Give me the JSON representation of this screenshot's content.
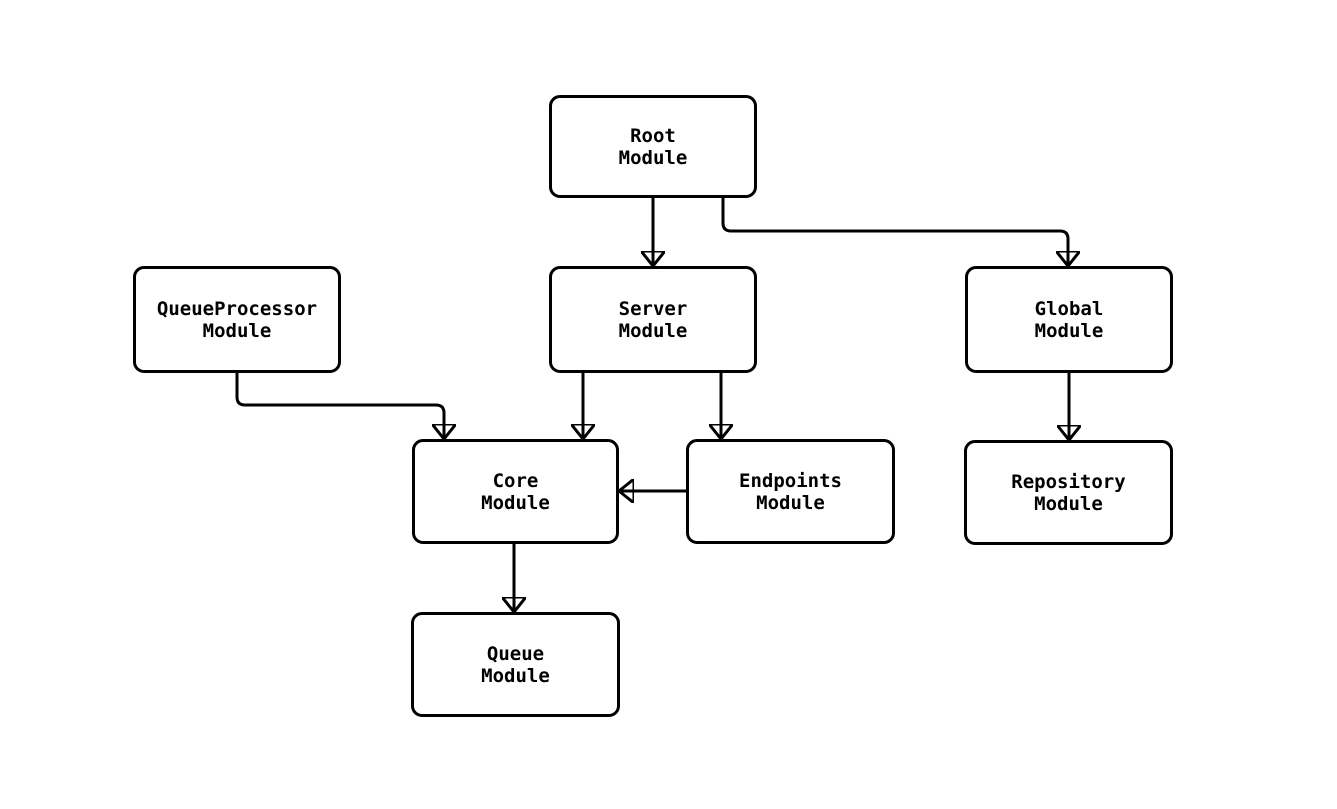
{
  "page": {
    "background_color": "#ffffff"
  },
  "diagram": {
    "type": "flowchart",
    "stroke_color": "#000000",
    "node_fill_color": "#ffffff",
    "text_color": "#000000",
    "nodes": {
      "root": {
        "label": "Root\nModule"
      },
      "queueprocessor": {
        "label": "QueueProcessor\nModule"
      },
      "server": {
        "label": "Server\nModule"
      },
      "global": {
        "label": "Global\nModule"
      },
      "core": {
        "label": "Core\nModule"
      },
      "endpoints": {
        "label": "Endpoints\nModule"
      },
      "repository": {
        "label": "Repository\nModule"
      },
      "queue": {
        "label": "Queue\nModule"
      }
    },
    "edges": [
      {
        "from": "Root Module",
        "to": "Server Module"
      },
      {
        "from": "Root Module",
        "to": "Global Module"
      },
      {
        "from": "QueueProcessor Module",
        "to": "Core Module"
      },
      {
        "from": "Server Module",
        "to": "Core Module"
      },
      {
        "from": "Server Module",
        "to": "Endpoints Module"
      },
      {
        "from": "Endpoints Module",
        "to": "Core Module"
      },
      {
        "from": "Global Module",
        "to": "Repository Module"
      },
      {
        "from": "Core Module",
        "to": "Queue Module"
      }
    ]
  }
}
